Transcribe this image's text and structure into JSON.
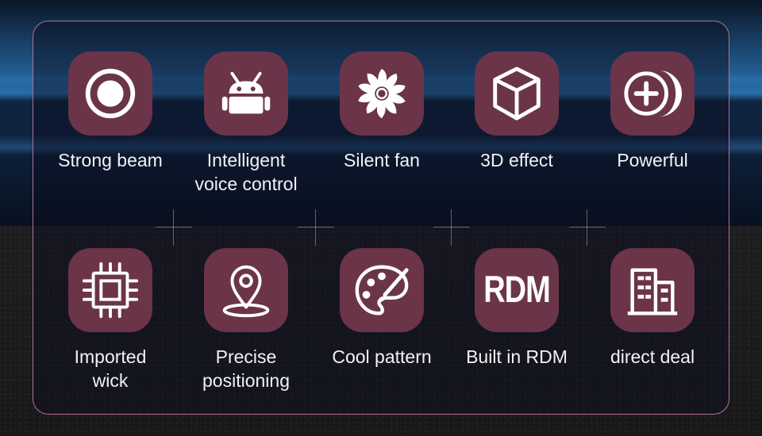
{
  "features": {
    "row1": [
      {
        "label": "Strong beam",
        "icon": "beam-circle-icon"
      },
      {
        "label": "Intelligent\nvoice control",
        "icon": "android-robot-icon"
      },
      {
        "label": "Silent fan",
        "icon": "fan-icon"
      },
      {
        "label": "3D effect",
        "icon": "cube-3d-icon"
      },
      {
        "label": "Powerful",
        "icon": "power-plus-icon"
      }
    ],
    "row2": [
      {
        "label": "Imported\nwick",
        "icon": "chip-icon"
      },
      {
        "label": "Precise\npositioning",
        "icon": "location-pin-icon"
      },
      {
        "label": "Cool pattern",
        "icon": "paint-palette-icon"
      },
      {
        "label": "Built in RDM",
        "icon": "rdm-icon",
        "icon_text": "RDM"
      },
      {
        "label": "direct deal",
        "icon": "building-icon"
      }
    ]
  },
  "colors": {
    "icon_bg": "#6b3449",
    "panel_border": "#b56f95",
    "text": "#f2f2f2"
  }
}
